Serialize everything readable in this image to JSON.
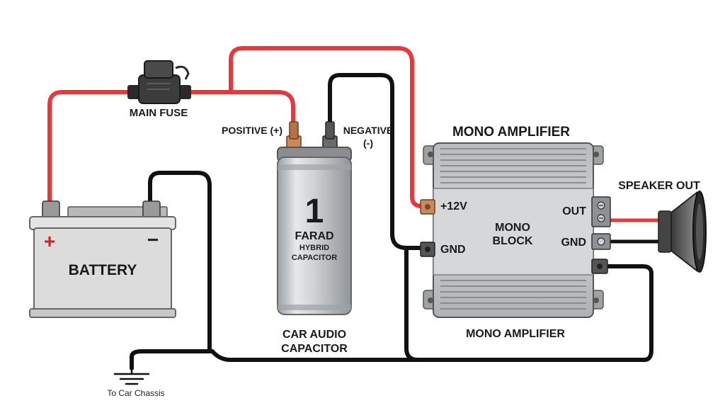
{
  "labels": {
    "main_fuse": "MAIN FUSE",
    "positive": "POSITIVE (+)",
    "negative_line1": "NEGATIVE",
    "negative_line2": "(-)",
    "battery": "BATTERY",
    "battery_plus": "+",
    "battery_minus": "−",
    "cap_number": "1",
    "cap_farad": "FARAD",
    "cap_hybrid": "HYBRID",
    "cap_capacitor": "CAPACITOR",
    "cap_caption_line1": "CAR AUDIO",
    "cap_caption_line2": "CAPACITOR",
    "amp_title_top": "MONO AMPLIFIER",
    "amp_title_bottom": "MONO AMPLIFIER",
    "amp_plus12v": "+12V",
    "amp_gnd_left": "GND",
    "amp_out": "OUT",
    "amp_gnd_right": "GND",
    "amp_body_line1": "MONO",
    "amp_body_line2": "BLOCK",
    "speaker_out": "SPEAKER OUT",
    "chassis": "To Car Chassis"
  },
  "colors": {
    "positive_wire": "#e8383b",
    "ground_wire": "#111111",
    "battery_body": "#dcdcdc",
    "capacitor_body": "#c9cbcd",
    "amp_body": "#c7c9cb",
    "copper_terminal": "#c98a5a"
  },
  "components": [
    "battery",
    "main-fuse",
    "capacitor",
    "mono-amplifier",
    "speaker",
    "chassis-ground"
  ]
}
